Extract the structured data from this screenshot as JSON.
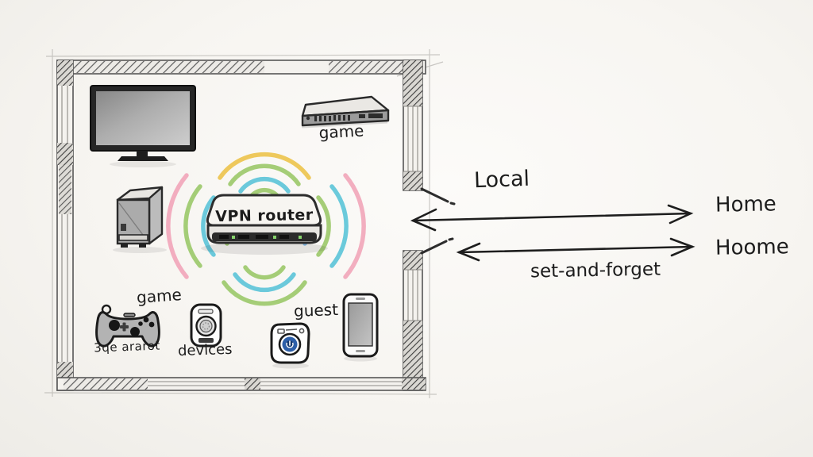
{
  "room": {
    "labels": {
      "game_console": "game",
      "vpn_router": "VPN router",
      "controller_title": "game",
      "controller_scribble": "3qe ararot",
      "iot_devices": "devices",
      "guest": "guest"
    }
  },
  "annotations": {
    "local": "Local",
    "home_top": "Home",
    "home_bottom": "Hoome",
    "set_and_forget": "set-and-forget"
  },
  "colors": {
    "ink": "#1e1e1e",
    "wifi_yellow": "#edc44c",
    "wifi_green": "#9cc96a",
    "wifi_teal": "#5cc5d9",
    "wifi_blue": "#7db9e8",
    "wifi_pink": "#f2a6ba",
    "speaker_accent": "#2d5fa8"
  }
}
